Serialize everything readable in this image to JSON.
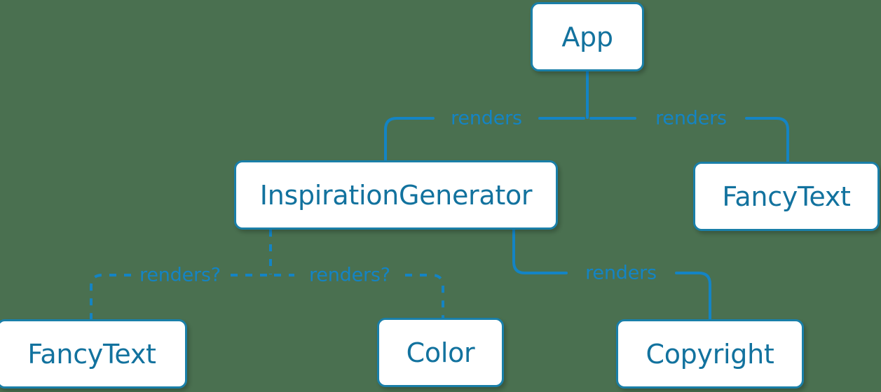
{
  "diagram": {
    "title": "React component render tree",
    "background_color": "#4a7050",
    "node_fill": "#ffffff",
    "node_border_color": "#1a7fa8",
    "node_text_color": "#12729e",
    "edge_color": "#1484c4",
    "edge_label_color": "#1484c4"
  },
  "nodes": [
    {
      "id": "app",
      "label": "App"
    },
    {
      "id": "inspiration-generator",
      "label": "InspirationGenerator"
    },
    {
      "id": "fancy-text-top",
      "label": "FancyText"
    },
    {
      "id": "fancy-text-bottom",
      "label": "FancyText"
    },
    {
      "id": "color",
      "label": "Color"
    },
    {
      "id": "copyright",
      "label": "Copyright"
    }
  ],
  "edges": [
    {
      "id": "app-to-inspiration-generator",
      "from": "App",
      "to": "InspirationGenerator",
      "label": "renders",
      "style": "solid"
    },
    {
      "id": "app-to-fancy-text",
      "from": "App",
      "to": "FancyText",
      "label": "renders",
      "style": "solid"
    },
    {
      "id": "inspiration-generator-to-fancy-text",
      "from": "InspirationGenerator",
      "to": "FancyText",
      "label": "renders?",
      "style": "dashed"
    },
    {
      "id": "inspiration-generator-to-color",
      "from": "InspirationGenerator",
      "to": "Color",
      "label": "renders?",
      "style": "dashed"
    },
    {
      "id": "inspiration-generator-to-copyright",
      "from": "InspirationGenerator",
      "to": "Copyright",
      "label": "renders",
      "style": "solid"
    }
  ]
}
